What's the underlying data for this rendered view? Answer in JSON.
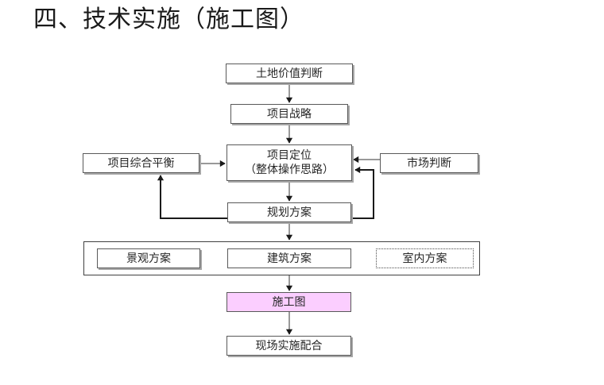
{
  "slide": {
    "title": "四、技术实施（施工图）"
  },
  "diagram": {
    "type": "flowchart",
    "nodes": {
      "land_value": {
        "label": "土地价值判断"
      },
      "project_strategy": {
        "label": "项目战略"
      },
      "project_position": {
        "line1": "项目定位",
        "line2": "（整体操作思路）"
      },
      "comprehensive_balance": {
        "label": "项目综合平衡"
      },
      "market_judgement": {
        "label": "市场判断"
      },
      "planning_scheme": {
        "label": "规划方案"
      },
      "landscape_scheme": {
        "label": "景观方案"
      },
      "architecture_scheme": {
        "label": "建筑方案"
      },
      "interior_scheme": {
        "label": "室内方案"
      },
      "construction_drawing": {
        "label": "施工图"
      },
      "onsite_support": {
        "label": "现场实施配合"
      }
    },
    "colors": {
      "highlight_fill": "#FBCEFF",
      "box_border": "#595959",
      "connector": "#999999",
      "arrowhead": "#1a1a1a",
      "feedback_line": "#1a1a1a"
    }
  }
}
